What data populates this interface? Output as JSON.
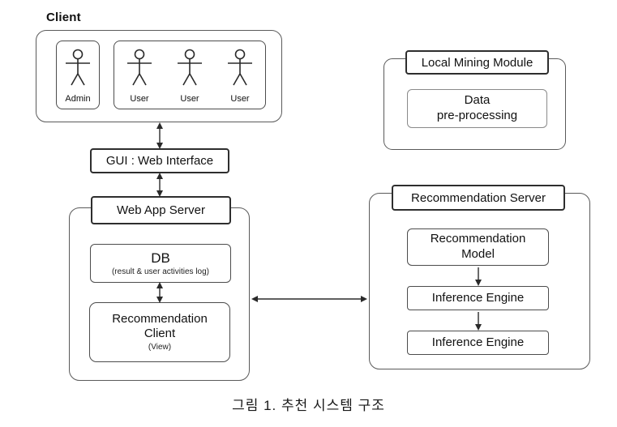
{
  "caption": "그림 1. 추천 시스템 구조",
  "client": {
    "label": "Client",
    "admin": {
      "label": "Admin",
      "icon": "person-icon"
    },
    "users": [
      {
        "label": "User",
        "icon": "person-icon"
      },
      {
        "label": "User",
        "icon": "person-icon"
      },
      {
        "label": "User",
        "icon": "person-icon"
      }
    ]
  },
  "gui": {
    "label": "GUI : Web Interface"
  },
  "web_app_server": {
    "label": "Web App Server",
    "db": {
      "title": "DB",
      "subtitle": "(result & user activities log)"
    },
    "recommendation_client": {
      "title_line1": "Recommendation",
      "title_line2": "Client",
      "subtitle": "(View)"
    }
  },
  "local_mining_module": {
    "label": "Local Mining Module",
    "data_preprocessing": {
      "line1": "Data",
      "line2": "pre-processing"
    }
  },
  "recommendation_server": {
    "label": "Recommendation Server",
    "model": {
      "line1": "Recommendation",
      "line2": "Model"
    },
    "inference_engine_1": {
      "label": "Inference Engine"
    },
    "inference_engine_2": {
      "label": "Inference Engine"
    }
  },
  "colors": {
    "line": "#2a2a2a",
    "container_border": "#5a5a5a",
    "title_border": "#2e2e2e",
    "background": "#ffffff"
  }
}
